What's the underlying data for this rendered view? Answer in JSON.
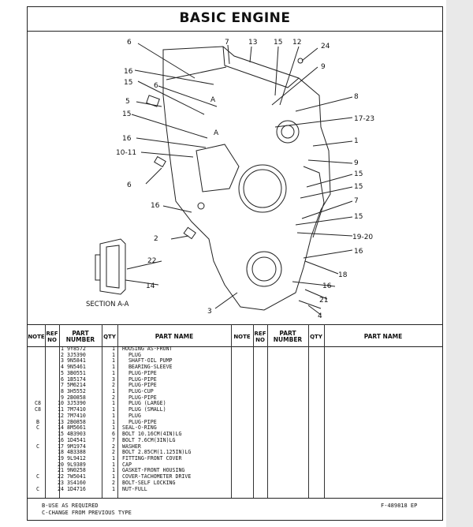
{
  "title": "BASIC ENGINE",
  "section_label": "SECTION A-A",
  "callouts": [
    "6",
    "7",
    "13",
    "15",
    "12",
    "24",
    "16",
    "9",
    "15",
    "6",
    "8",
    "5",
    "A",
    "17-23",
    "15",
    "A",
    "16",
    "1",
    "10-11",
    "9",
    "15",
    "6",
    "15",
    "16",
    "7",
    "15",
    "2",
    "19-20",
    "16",
    "22",
    "18",
    "14",
    "16",
    "21",
    "3",
    "4"
  ],
  "headers": {
    "note": "NOTE",
    "ref_no": "REF NO",
    "part_number": "PART NUMBER",
    "qty": "QTY",
    "part_name": "PART NAME"
  },
  "rows": [
    {
      "note": "",
      "ref": "1",
      "part": "9Y8572",
      "qty": "1",
      "name": "HOUSING AS-FRONT"
    },
    {
      "note": "",
      "ref": "2",
      "part": "3J5390",
      "qty": "1",
      "name": "  PLUG"
    },
    {
      "note": "",
      "ref": "3",
      "part": "9N5841",
      "qty": "1",
      "name": "  SHAFT-OIL PUMP"
    },
    {
      "note": "",
      "ref": "4",
      "part": "9N5461",
      "qty": "1",
      "name": "  BEARING-SLEEVE"
    },
    {
      "note": "",
      "ref": "5",
      "part": "3B0551",
      "qty": "1",
      "name": "  PLUG-PIPE"
    },
    {
      "note": "",
      "ref": "6",
      "part": "1B5174",
      "qty": "3",
      "name": "  PLUG-PIPE"
    },
    {
      "note": "",
      "ref": "7",
      "part": "5M6214",
      "qty": "2",
      "name": "  PLUG-PIPE"
    },
    {
      "note": "",
      "ref": "8",
      "part": "3H5552",
      "qty": "1",
      "name": "  PLUG-CUP"
    },
    {
      "note": "",
      "ref": "9",
      "part": "2B0858",
      "qty": "2",
      "name": "  PLUG-PIPE"
    },
    {
      "note": "C8",
      "ref": "10",
      "part": "3J5390",
      "qty": "1",
      "name": "  PLUG (LARGE)"
    },
    {
      "note": "C8",
      "ref": "11",
      "part": "7M7410",
      "qty": "1",
      "name": "  PLUG (SMALL)"
    },
    {
      "note": "",
      "ref": "12",
      "part": "7M7410",
      "qty": "1",
      "name": "  PLUG"
    },
    {
      "note": "B",
      "ref": "13",
      "part": "2B0858",
      "qty": "1",
      "name": "  PLUG-PIPE"
    },
    {
      "note": "C",
      "ref": "14",
      "part": "8M5661",
      "qty": "1",
      "name": "SEAL-O-RING"
    },
    {
      "note": "",
      "ref": "15",
      "part": "4B3903",
      "qty": "6",
      "name": "BOLT 10.16CM(4IN)LG"
    },
    {
      "note": "",
      "ref": "16",
      "part": "1D4541",
      "qty": "7",
      "name": "BOLT 7.6CM(3IN)LG"
    },
    {
      "note": "C",
      "ref": "17",
      "part": "9M1974",
      "qty": "2",
      "name": "WASHER"
    },
    {
      "note": "",
      "ref": "18",
      "part": "4B3388",
      "qty": "2",
      "name": "BOLT 2.85CM(1.125IN)LG"
    },
    {
      "note": "",
      "ref": "19",
      "part": "9L9412",
      "qty": "1",
      "name": "FITTING-FRONT COVER"
    },
    {
      "note": "",
      "ref": "20",
      "part": "9L9389",
      "qty": "1",
      "name": "CAP"
    },
    {
      "note": "",
      "ref": "21",
      "part": "9N0258",
      "qty": "1",
      "name": "GASKET-FRONT HOUSING"
    },
    {
      "note": "C",
      "ref": "22",
      "part": "7W5041",
      "qty": "1",
      "name": "COVER-TACHOMETER DRIVE"
    },
    {
      "note": "",
      "ref": "23",
      "part": "3S4160",
      "qty": "2",
      "name": "BOLT-SELF LOCKING"
    },
    {
      "note": "C",
      "ref": "24",
      "part": "1D4716",
      "qty": "1",
      "name": "NUT-FULL"
    }
  ],
  "notes": [
    "B-USE AS REQUIRED",
    "C-CHANGE FROM PREVIOUS TYPE"
  ],
  "figure_id": "F-489818 EP"
}
